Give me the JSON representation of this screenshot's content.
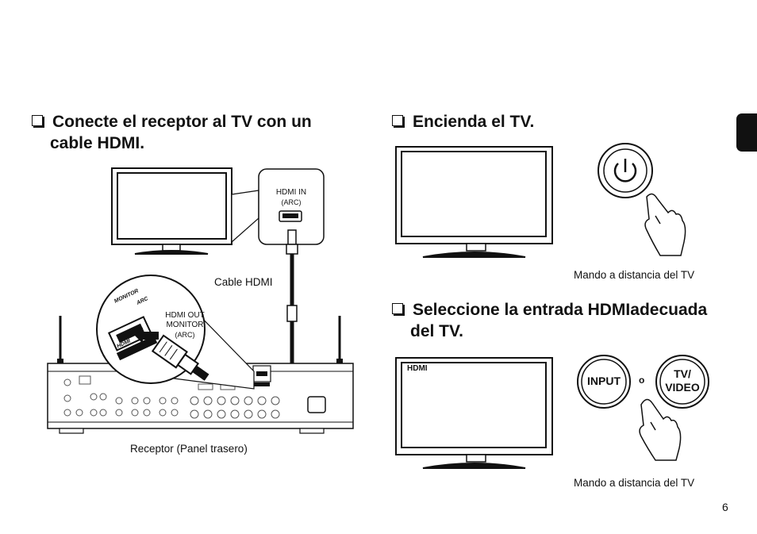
{
  "section1": {
    "title_line1": "Conecte el receptor al TV con un",
    "title_line2": "cable HDMI."
  },
  "section2": {
    "title": "Encienda el TV."
  },
  "section3": {
    "title_line1": "Seleccione la entrada HDMIadecuada",
    "title_line2": "del TV."
  },
  "labels": {
    "hdmi_in": "HDMI IN",
    "hdmi_in_arc": "(ARC)",
    "cable_hdmi": "Cable HDMI",
    "hdmi_out_line1": "HDMI OUT",
    "hdmi_out_line2": "MONITOR",
    "hdmi_out_arc": "(ARC)",
    "monitor_tag": "MONITOR",
    "arc_tag": "ARC",
    "hdmi_tag": "HDMI",
    "receiver_caption": "Receptor (Panel trasero)",
    "remote_caption_1": "Mando a distancia del TV",
    "remote_caption_2": "Mando a distancia del TV",
    "tv_screen_label": "HDMI",
    "input_button": "INPUT",
    "or": "o",
    "tv_video_line1": "TV/",
    "tv_video_line2": "VIDEO",
    "page_number": "6"
  }
}
